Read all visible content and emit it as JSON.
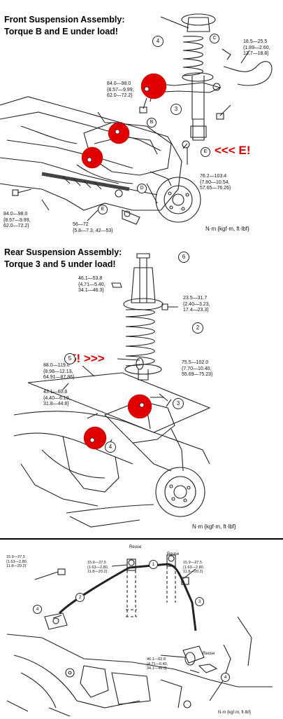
{
  "front": {
    "heading_line1": "Front Suspension Assembly:",
    "heading_line2": "Torque B and E under load!",
    "spec_top_right": "18.5—25.5\n{1.89—2.60,\n13.7—18.8}",
    "spec_upper_arm": "84.0—98.0\n{8.57—9.99,\n62.0—72.2}",
    "spec_knuckle": "76.2—103.4\n{7.80—10.54,\n57.65—76.26}",
    "spec_lower_left": "84.0—98.0\n{8.57—9.99,\n62.0—72.2}",
    "spec_tie_rod": "56—72\n{5.8—7.3, 42—53}",
    "callout_e": "<<< E!",
    "unit": "N·m {kgf·m, ft·lbf}",
    "labels": {
      "n4": "4",
      "c": "C",
      "n3": "3",
      "b": "B",
      "d": "D",
      "e": "E",
      "e2": "E"
    }
  },
  "rear": {
    "heading_line1": "Rear Suspension Assembly:",
    "heading_line2": "Torque 3 and 5 under load!",
    "spec_top": "46.1—53.8\n{4.71—5.40,\n34.1—46.3}",
    "spec_shock_mount": "23.5—31.7\n{2.40—3.23,\n17.4—23.3}",
    "spec_left_upper": "88.0—119.0\n{8.98—12.13,\n64.91—87.86}",
    "spec_right_mid": "75.5—102.0\n{7.70—10.40,\n55.69—75.23}",
    "spec_left_lower": "43.1—60.8\n{4.40—6.19,\n31.8—44.8}",
    "callout_5": "5! >>>",
    "unit": "N·m {kgf·m, ft·lbf}",
    "labels": {
      "n6": "6",
      "n2": "2",
      "n5": "5",
      "n3": "3",
      "n4": "4"
    }
  },
  "stabilizer": {
    "spec_left": "15.9—27.5\n{1.63—2.80,\n11.8—20.2}",
    "spec_center": "15.9—27.5\n{1.63—2.80,\n11.8—20.2}",
    "spec_right": "15.9—27.5\n{1.63—2.80,\n11.8—20.2}",
    "spec_bottom": "46.1—62.8\n{4.71—6.40,\n34.1—46.3}",
    "reuse_1": "Reuse",
    "reuse_2": "Reuse",
    "reuse_3": "Reuse",
    "unit": "N·m {kgf·m, ft·lbf}",
    "labels": {
      "n1": "1",
      "n2": "2",
      "n3": "3",
      "n4a": "4",
      "n4b": "4"
    }
  },
  "colors": {
    "highlight": "#e00000",
    "callout": "#d40000",
    "ink": "#111111"
  }
}
